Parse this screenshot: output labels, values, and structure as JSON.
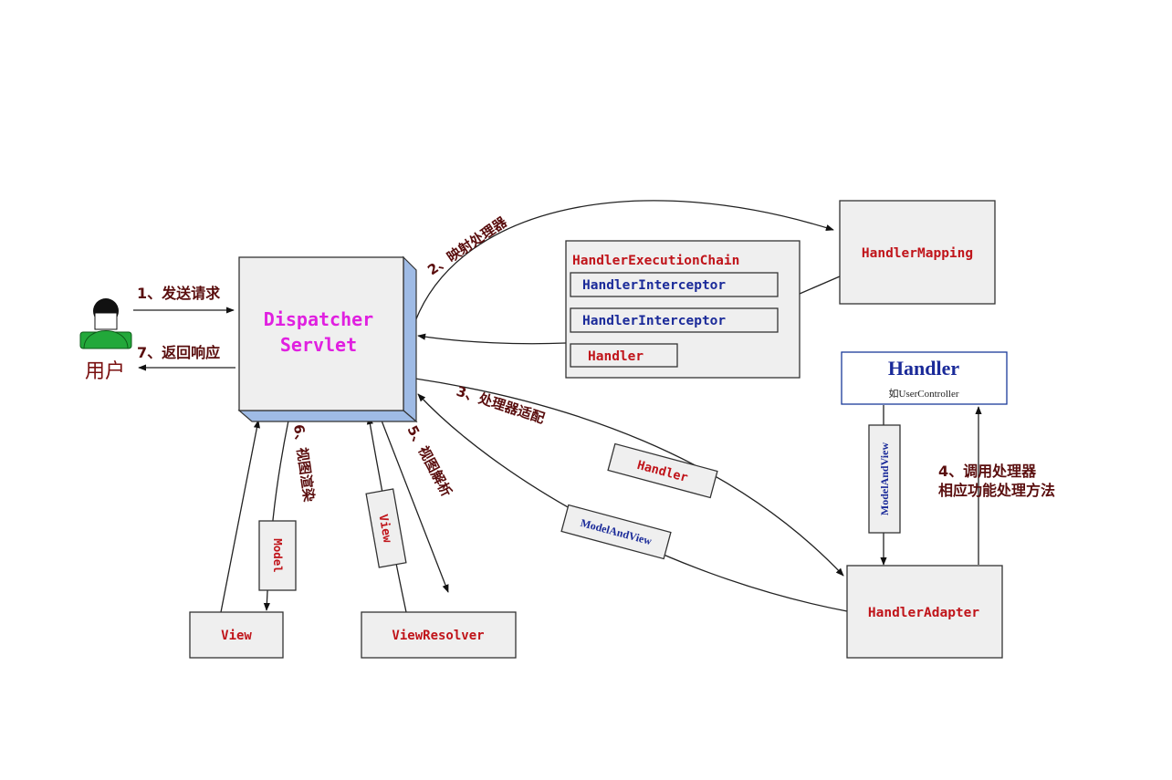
{
  "colors": {
    "red": "#c0141a",
    "blue": "#1a2a99",
    "magenta": "#e020e0",
    "label": "#5a0e0e",
    "box_fill": "#efefef",
    "servlet_side": "#9fbbe5",
    "user_green": "#22a83a"
  },
  "user": {
    "label": "用户",
    "icon": "user-icon"
  },
  "servlet": {
    "line1": "Dispatcher",
    "line2": "Servlet"
  },
  "chain": {
    "title": "HandlerExecutionChain",
    "interceptor1": "HandlerInterceptor",
    "interceptor2": "HandlerInterceptor",
    "handler": "Handler"
  },
  "handler_mapping": "HandlerMapping",
  "handler_box": {
    "title": "Handler",
    "subtitle": "如UserController"
  },
  "handler_adapter": "HandlerAdapter",
  "view_box": "View",
  "view_resolver": "ViewResolver",
  "tags": {
    "handler": "Handler",
    "model_and_view_left": "ModelAndView",
    "model_and_view_vertical": "ModelAndView",
    "view": "View",
    "model": "Model"
  },
  "steps": {
    "s1": "1、发送请求",
    "s2": "2、映射处理器",
    "s3": "3、处理器适配",
    "s4_line1": "4、调用处理器",
    "s4_line2": "相应功能处理方法",
    "s5": "5、视图解析",
    "s6": "6、视图渲染",
    "s7": "7、返回响应"
  }
}
